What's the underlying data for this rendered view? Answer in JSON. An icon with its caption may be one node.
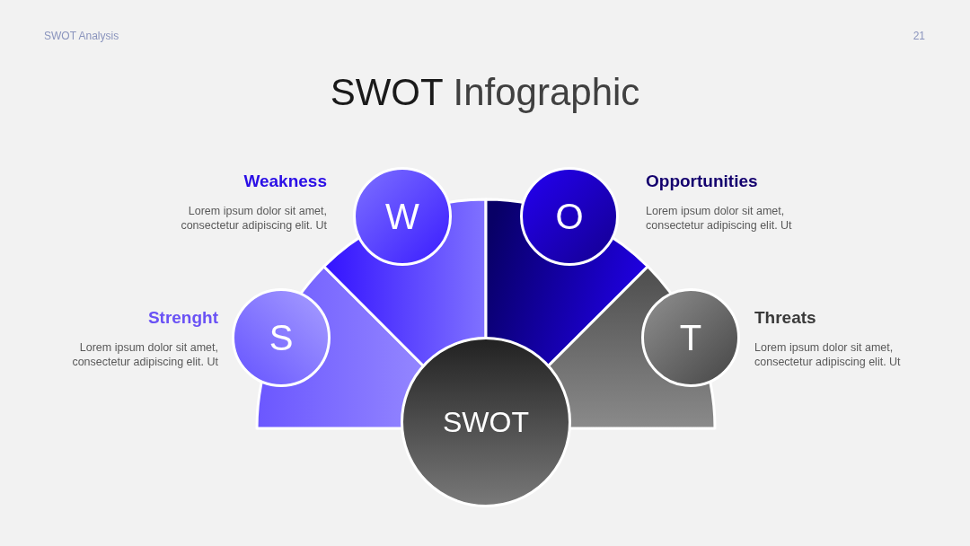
{
  "diagram": {
    "title": "SWOT Infographic",
    "nodes": [
      {
        "text": [
          "S"
        ],
        "beside": [
          "Strenght",
          "Lorem ipsum dolor sit amet, consectetur adipiscing elit. Ut"
        ]
      },
      {
        "text": [
          "W"
        ],
        "beside": [
          "Weakness",
          "Lorem ipsum dolor sit amet, consectetur adipiscing elit. Ut"
        ]
      },
      {
        "text": [
          "O"
        ],
        "beside": [
          "Opportunities",
          "Lorem ipsum dolor sit amet, consectetur adipiscing elit. Ut"
        ]
      },
      {
        "text": [
          "T"
        ],
        "beside": [
          "Threats",
          "Lorem ipsum dolor sit amet, consectetur adipiscing elit. Ut"
        ]
      },
      {
        "text": [
          "SWOT"
        ]
      }
    ],
    "labels": [
      "SWOT Analysis",
      "21"
    ]
  }
}
